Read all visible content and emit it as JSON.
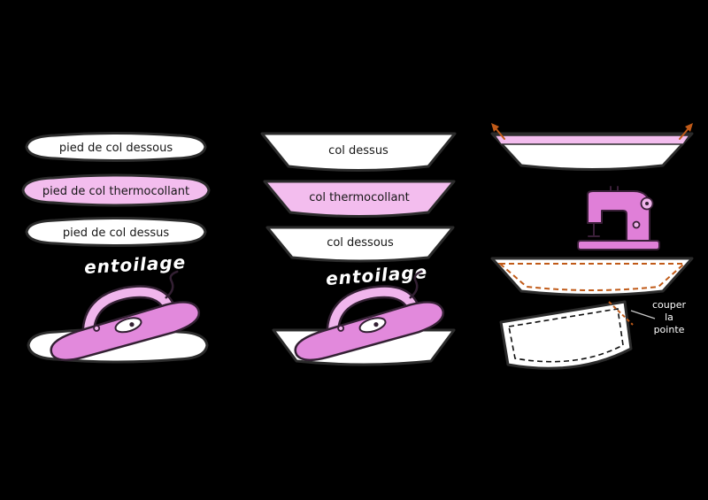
{
  "colors": {
    "bg": "#000000",
    "shape_fill": "#ffffff",
    "pink": "#f3bdee",
    "machine_pink": "#e07fd8",
    "iron_pink": "#e289dc",
    "iron_pink_light": "#f0b5ec",
    "outline": "#2b2b2b",
    "orange": "#c05a18",
    "label_dark": "#161616",
    "label_light": "#ffffff"
  },
  "left_column": {
    "piece1_label": "pied de col dessous",
    "piece2_label": "pied de col thermocollant",
    "piece3_label": "pied de col dessus",
    "caption": "entoilage"
  },
  "middle_column": {
    "piece1_label": "col dessus",
    "piece2_label": "col thermocollant",
    "piece3_label": "col dessous",
    "caption": "entoilage"
  },
  "right_column": {
    "cut_note_line1": "couper",
    "cut_note_line2": "la",
    "cut_note_line3": "pointe"
  }
}
